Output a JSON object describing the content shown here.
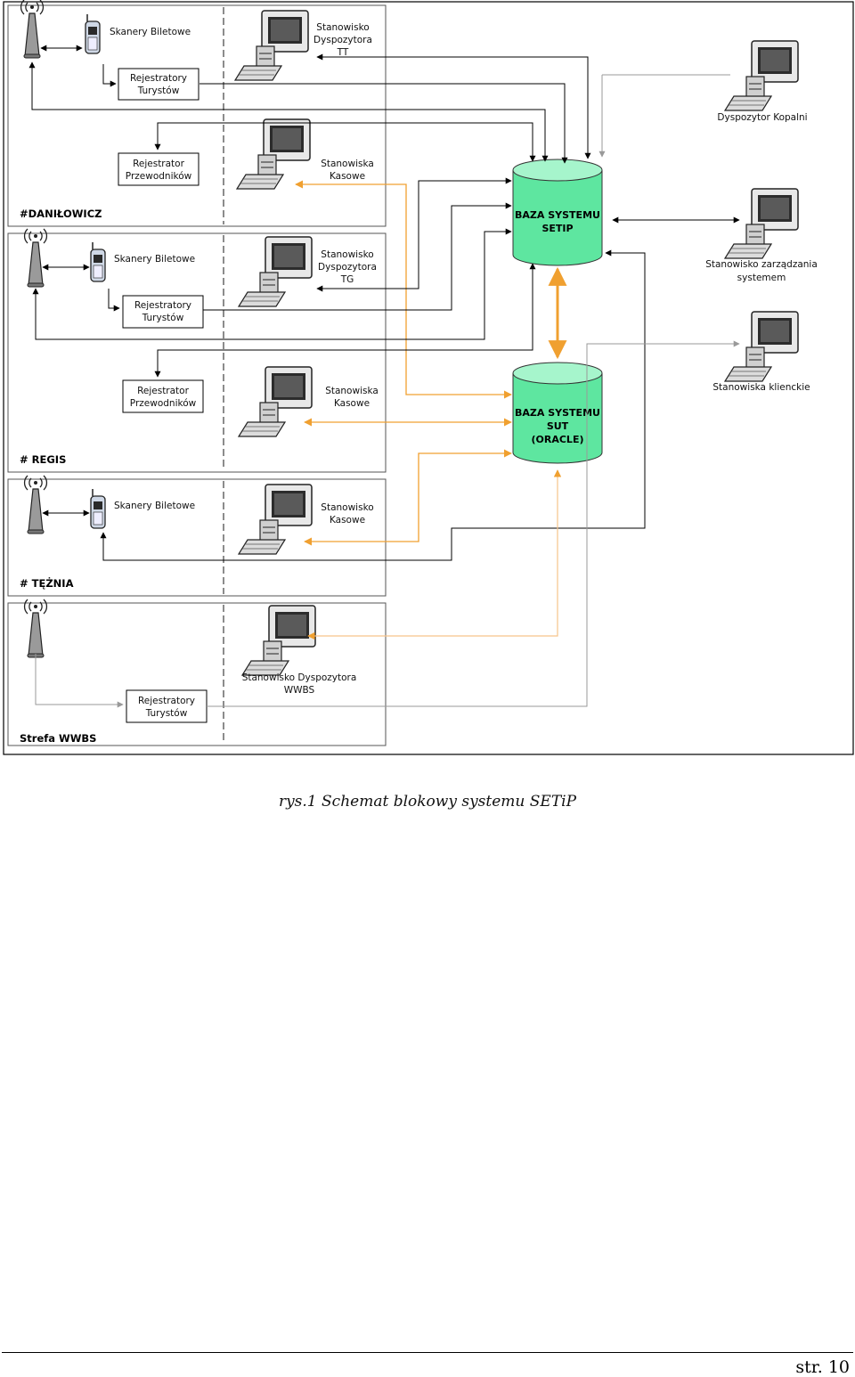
{
  "zones": {
    "danilowicz": "#DANIŁOWICZ",
    "regis": "# REGIS",
    "teznia": "# TĘŻNIA",
    "wwbs": "Strefa WWBS"
  },
  "labels": {
    "skanery_biletowe": "Skanery Biletowe",
    "rejestratory_turystow": [
      "Rejestratory",
      "Turystów"
    ],
    "rejestrator_przewodnikow": [
      "Rejestrator",
      "Przewodników"
    ],
    "stanowiska_kasowe": [
      "Stanowiska",
      "Kasowe"
    ],
    "stanowisko_kasowe": [
      "Stanowisko",
      "Kasowe"
    ],
    "stanowisko_tt": [
      "Stanowisko",
      "Dyspozytora",
      "TT"
    ],
    "stanowisko_tg": [
      "Stanowisko",
      "Dyspozytora",
      "TG"
    ],
    "stanowisko_wwbs": [
      "Stanowisko Dyspozytora",
      "WWBS"
    ],
    "dyspozytor_kopalni": "Dyspozytor Kopalni",
    "stanowisko_zarzadzania": [
      "Stanowisko zarządzania",
      "systemem"
    ],
    "stanowiska_klienckie": "Stanowiska klienckie"
  },
  "databases": {
    "setip": [
      "BAZA SYSTEMU",
      "SETIP"
    ],
    "sut": [
      "BAZA SYSTEMU",
      "SUT",
      "(ORACLE)"
    ]
  },
  "colors": {
    "db_fill": "#5ee6a0",
    "db_top": "#a6f5cc",
    "orange": "#f0a030",
    "light_orange": "#f6c48a",
    "line": "#000000",
    "gray_line": "#999999"
  },
  "caption": "rys.1 Schemat blokowy systemu SETiP",
  "page_number": "str. 10"
}
